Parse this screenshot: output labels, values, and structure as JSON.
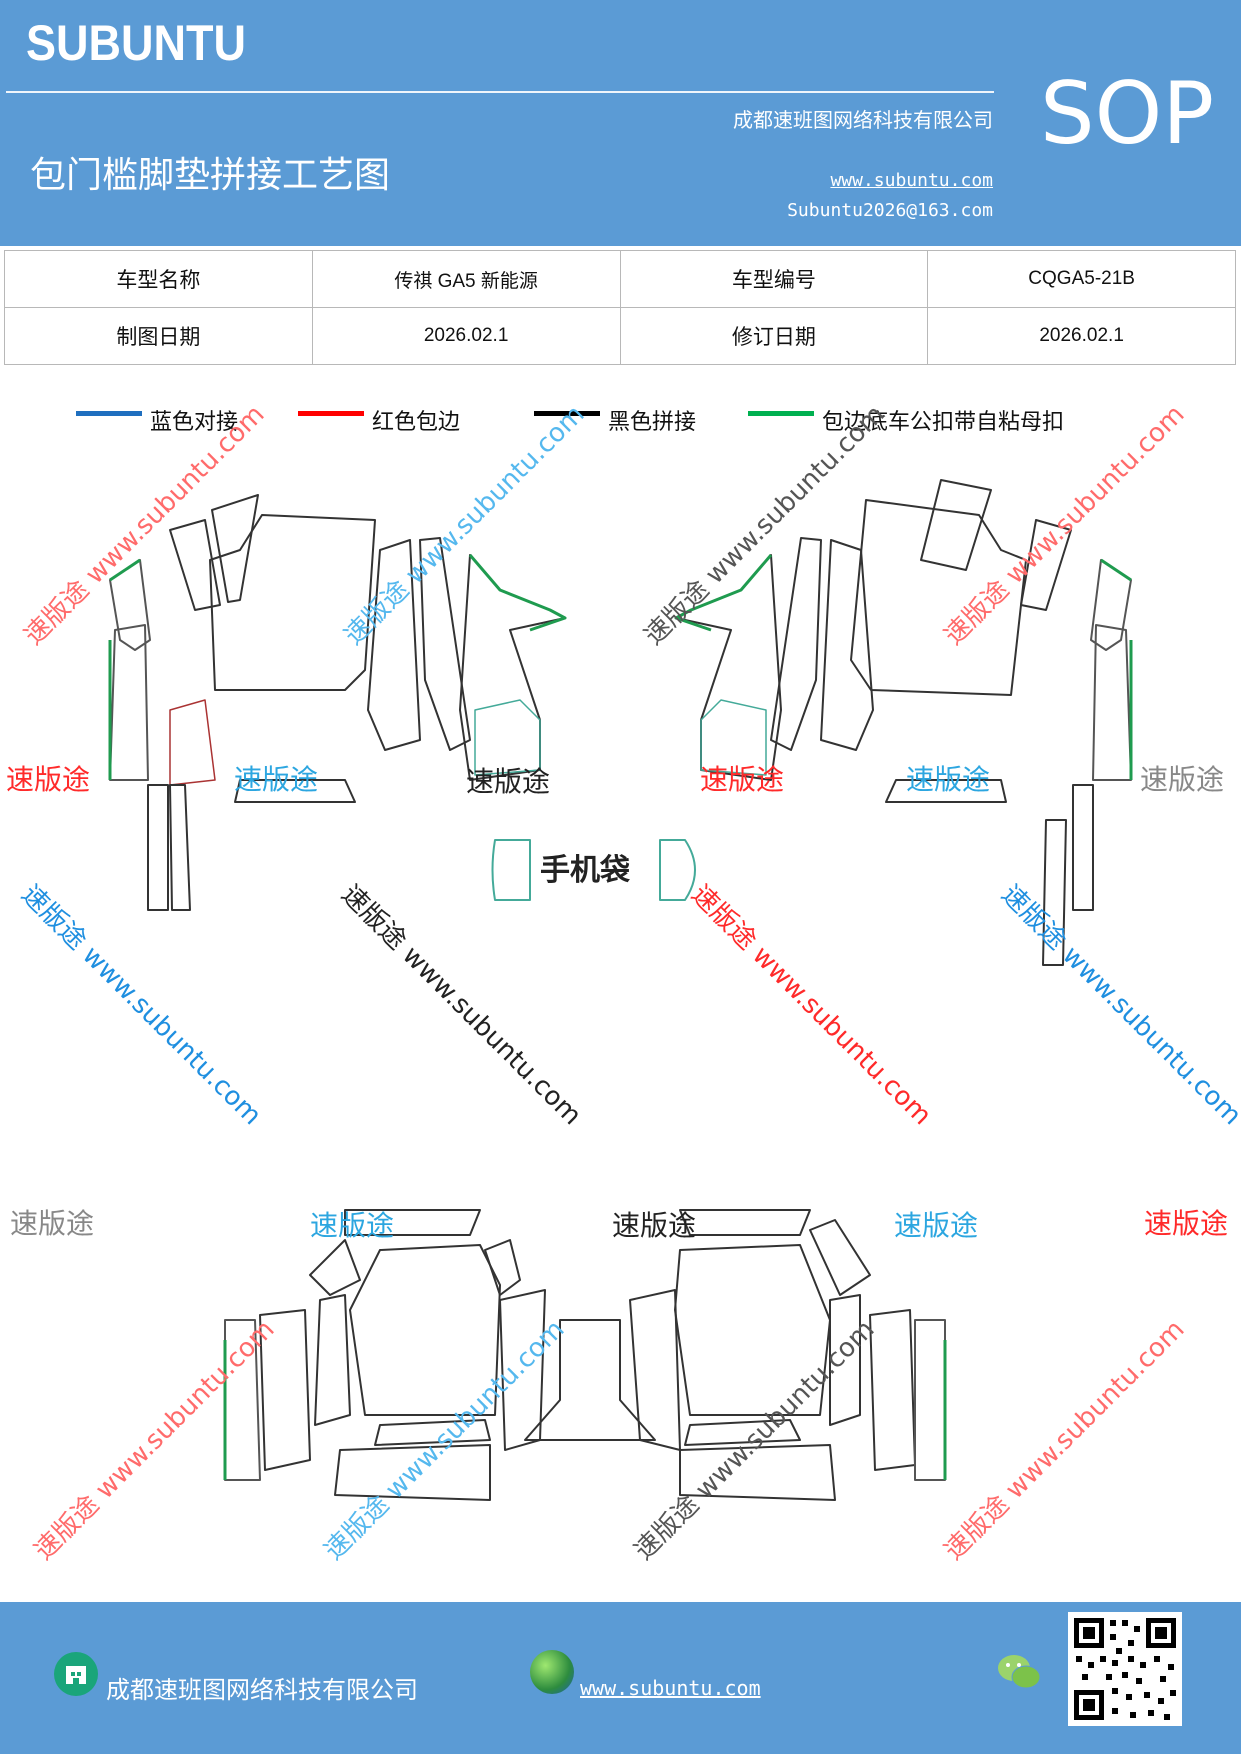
{
  "header": {
    "brand": "SUBUNTU",
    "doc_type": "SOP",
    "company": "成都速班图网络科技有限公司",
    "title": "包门槛脚垫拼接工艺图",
    "url": "www.subuntu.com",
    "email": "Subuntu2026@163.com"
  },
  "info": {
    "model_name_label": "车型名称",
    "model_name": "传祺 GA5 新能源",
    "model_code_label": "车型编号",
    "model_code": "CQGA5-21B",
    "draw_date_label": "制图日期",
    "draw_date": "2026.02.1",
    "revise_date_label": "修订日期",
    "revise_date": "2026.02.1"
  },
  "legend": [
    {
      "label": "蓝色对接",
      "color": "#1f6fbf"
    },
    {
      "label": "红色包边",
      "color": "#ff0000"
    },
    {
      "label": "黑色拼接",
      "color": "#000000"
    },
    {
      "label": "包边底车公扣带自粘母扣",
      "color": "#00b050"
    }
  ],
  "diagram": {
    "phone_bag_label": "手机袋"
  },
  "watermarks": {
    "brand_cn": "速版途",
    "slogan": "速版途 www.subuntu.com"
  },
  "footer": {
    "company": "成都速班图网络科技有限公司",
    "url": "www.subuntu.com"
  }
}
